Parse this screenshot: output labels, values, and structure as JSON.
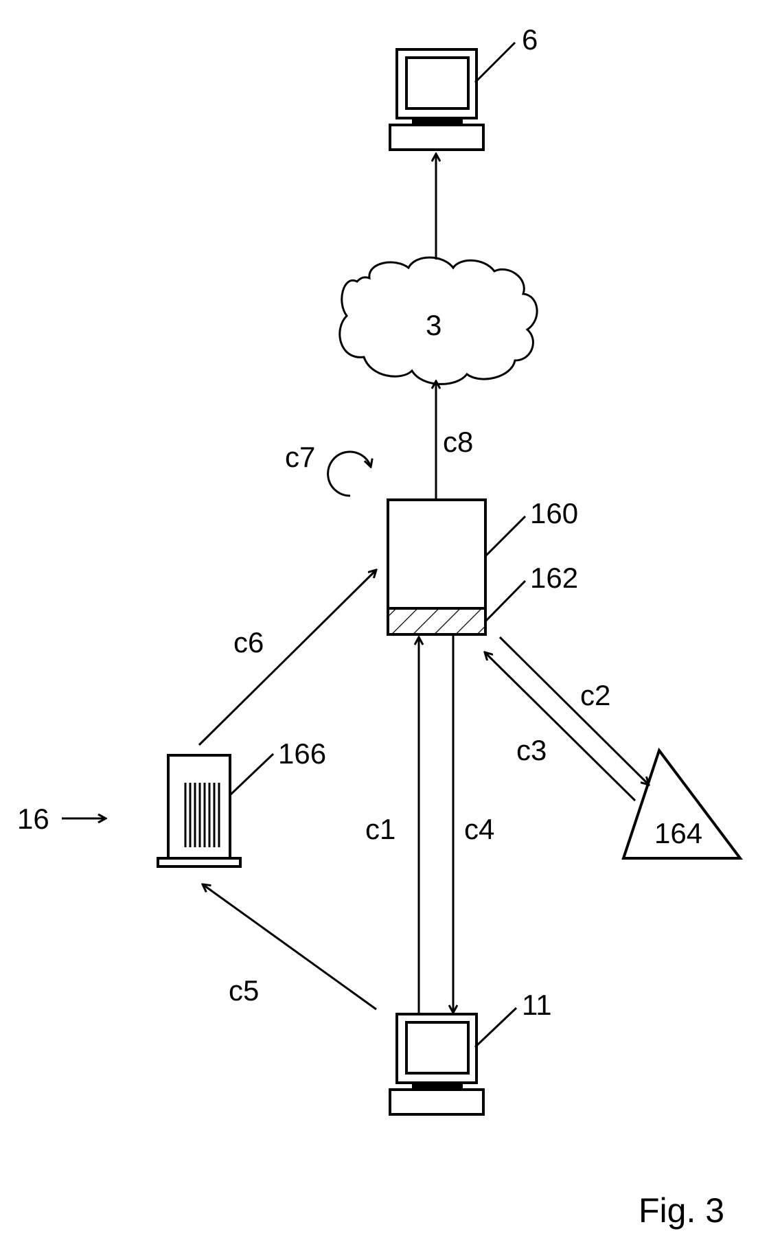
{
  "labels": {
    "workstation_top": "6",
    "network": "3",
    "server": "160",
    "storage": "162",
    "authority": "164",
    "printer": "166",
    "system": "16",
    "workstation_bottom": "11",
    "c1": "c1",
    "c2": "c2",
    "c3": "c3",
    "c4": "c4",
    "c5": "c5",
    "c6": "c6",
    "c7": "c7",
    "c8": "c8"
  },
  "figure_caption": "Fig. 3"
}
